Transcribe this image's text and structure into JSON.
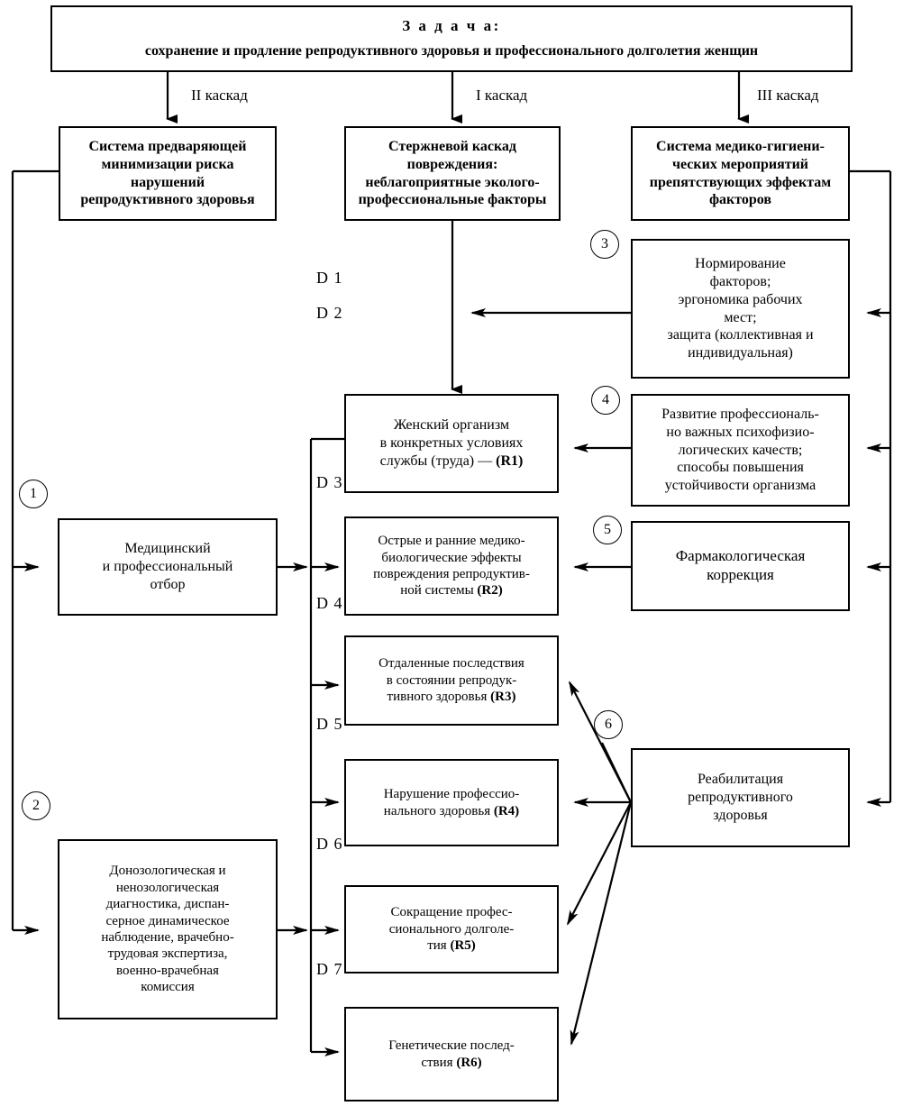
{
  "diagram": {
    "title_box": {
      "heading": "З а д а ч а:",
      "body": "сохранение и продление репродуктивного здоровья  и профессионального долголетия женщин"
    },
    "cascade_labels": [
      {
        "id": "cascade-2",
        "text": "II каскад"
      },
      {
        "id": "cascade-1",
        "text": "I каскад"
      },
      {
        "id": "cascade-3",
        "text": "III каскад"
      }
    ],
    "cascade_boxes": {
      "left": {
        "lines": [
          "Система  предваряющей",
          "минимизации  риска",
          "нарушений",
          "репродуктивного  здоровья"
        ]
      },
      "center": {
        "lines": [
          "Стержневой  каскад",
          "повреждения:",
          "неблагоприятные  эколого-",
          "профессиональные  факторы"
        ]
      },
      "right": {
        "lines": [
          "Система медико-гигиени-",
          "ческих  мероприятий",
          "препятствующих эффектам",
          "факторов"
        ]
      }
    },
    "d_labels": [
      {
        "id": "D1",
        "text": "D 1"
      },
      {
        "id": "D2",
        "text": "D 2"
      },
      {
        "id": "D3",
        "text": "D 3"
      },
      {
        "id": "D4",
        "text": "D 4"
      },
      {
        "id": "D5",
        "text": "D 5"
      },
      {
        "id": "D6",
        "text": "D 6"
      },
      {
        "id": "D7",
        "text": "D 7"
      }
    ],
    "markers": [
      {
        "id": "marker-1",
        "text": "1"
      },
      {
        "id": "marker-2",
        "text": "2"
      },
      {
        "id": "marker-3",
        "text": "3"
      },
      {
        "id": "marker-4",
        "text": "4"
      },
      {
        "id": "marker-5",
        "text": "5"
      },
      {
        "id": "marker-6",
        "text": "6"
      }
    ],
    "left_column": {
      "selection": {
        "lines": [
          "Медицинский",
          "и профессиональный",
          "отбор"
        ]
      },
      "diagnostics": {
        "lines": [
          "Донозологическая и",
          "ненозологическая",
          "диагностика, диспан-",
          "серное динамическое",
          "наблюдение, врачебно-",
          "трудовая экспертиза,",
          "военно-врачебная",
          "комиссия"
        ]
      }
    },
    "center_column": {
      "r1": {
        "lines": [
          "Женский  организм",
          "в конкретных условиях",
          "службы  (труда)  —  "
        ],
        "code": "(R1)"
      },
      "r2": {
        "lines": [
          "Острые и ранние медико-",
          "биологические  эффекты",
          "повреждения репродуктив-",
          "ной  системы  "
        ],
        "code": "(R2)"
      },
      "r3": {
        "lines": [
          "Отдаленные последствия",
          "в состоянии репродук-",
          "тивного здоровья  "
        ],
        "code": "(R3)"
      },
      "r4": {
        "lines": [
          "Нарушение профессио-",
          "нального здоровья  "
        ],
        "code": "(R4)"
      },
      "r5": {
        "lines": [
          "Сокращение профес-",
          "сионального долголе-",
          "тия  "
        ],
        "code": "(R5)"
      },
      "r6": {
        "lines": [
          "Генетические послед-",
          "ствия  "
        ],
        "code": "(R6)"
      }
    },
    "right_column": {
      "normalization": {
        "lines": [
          "Нормирование",
          "факторов;",
          "эргономика рабочих",
          "мест;",
          "защита (коллективная и",
          "индивидуальная)"
        ]
      },
      "development": {
        "lines": [
          "Развитие профессиональ-",
          "но важных психофизио-",
          "логических качеств;",
          "способы повышения",
          "устойчивости организма"
        ]
      },
      "pharma": {
        "lines": [
          "Фармакологическая",
          "коррекция"
        ]
      },
      "rehab": {
        "lines": [
          "Реабилитация",
          "репродуктивного",
          "здоровья"
        ]
      }
    }
  }
}
